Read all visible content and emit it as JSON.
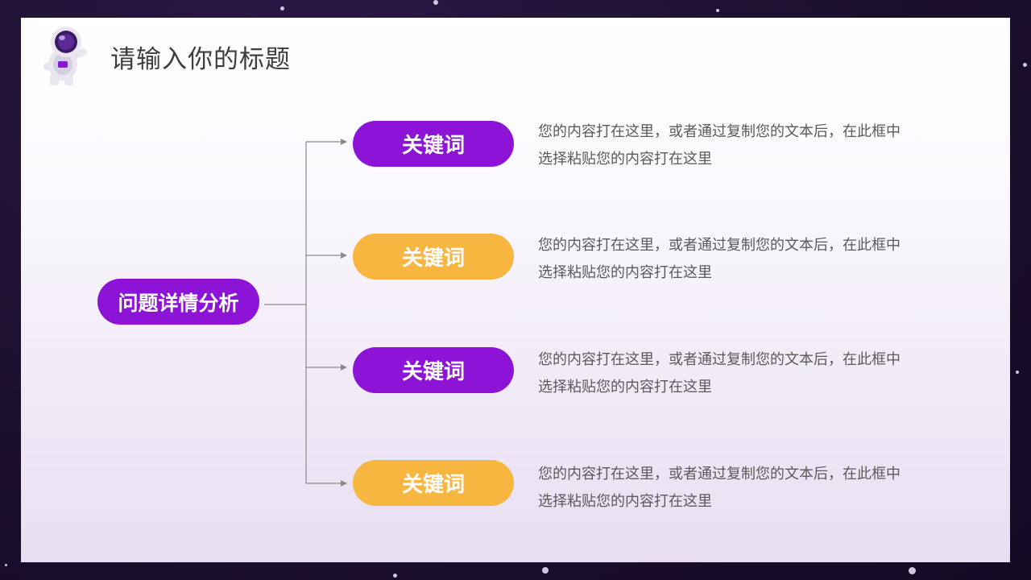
{
  "slide": {
    "title": "请输入你的标题",
    "root_label": "问题详情分析",
    "items": [
      {
        "keyword": "关键词",
        "color": "#8d14d6",
        "line1": "您的内容打在这里，或者通过复制您的文本后，在此框中",
        "line2": "选择粘贴您的内容打在这里"
      },
      {
        "keyword": "关键词",
        "color": "#f6b640",
        "line1": "您的内容打在这里，或者通过复制您的文本后，在此框中",
        "line2": "选择粘贴您的内容打在这里"
      },
      {
        "keyword": "关键词",
        "color": "#8d14d6",
        "line1": "您的内容打在这里，或者通过复制您的文本后，在此框中",
        "line2": "选择粘贴您的内容打在这里"
      },
      {
        "keyword": "关键词",
        "color": "#f6b640",
        "line1": "您的内容打在这里，或者通过复制您的文本后，在此框中",
        "line2": "选择粘贴您的内容打在这里"
      }
    ],
    "icons": [
      "astronaut-icon"
    ],
    "colors": {
      "accent_purple": "#8d14d6",
      "accent_orange": "#f6b640",
      "background": "#1b0f2e"
    }
  }
}
